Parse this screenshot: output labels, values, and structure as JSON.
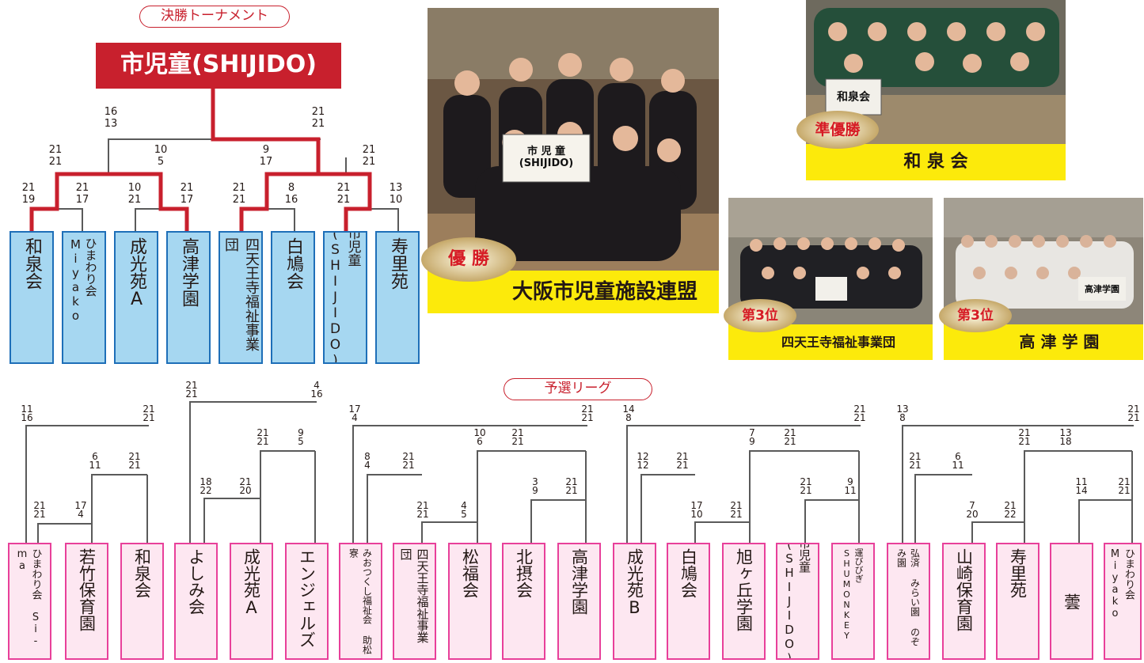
{
  "final": {
    "heading": "決勝トーナメント",
    "champion": "市児童(SHIJIDO)",
    "teams": [
      {
        "name": "和泉会",
        "score": "21\n19"
      },
      {
        "name": "ひまわり会 Miyako",
        "score": "21\n17"
      },
      {
        "name": "成光苑A",
        "score": "10\n21"
      },
      {
        "name": "高津学園",
        "score": "21\n17"
      },
      {
        "name": "四天王寺福祉事業団",
        "score": "21\n21"
      },
      {
        "name": "白鳩会",
        "score": "8\n16"
      },
      {
        "name": "市児童(SHIJIDO)",
        "score": "21\n21"
      },
      {
        "name": "寿里苑",
        "score": "13\n10"
      }
    ],
    "semis": [
      {
        "score": "21\n21"
      },
      {
        "score": "10\n5"
      },
      {
        "score": "9\n17"
      },
      {
        "score": "21\n21"
      }
    ],
    "finals": [
      {
        "score": "16\n13"
      },
      {
        "score": "21\n21"
      }
    ]
  },
  "photos": {
    "winner": {
      "badge": "優 勝",
      "team": "大阪市児童施設連盟",
      "sign": "市 児 童 (SHIJIDO)"
    },
    "runner_up": {
      "badge": "準優勝",
      "team": "和 泉 会",
      "sign": "和泉会"
    },
    "third_a": {
      "badge": "第3位",
      "team": "四天王寺福祉事業団"
    },
    "third_b": {
      "badge": "第3位",
      "team": "高 津 学 園",
      "sign": "高津学園"
    }
  },
  "prelim": {
    "heading": "予選リーグ",
    "teams": [
      "ひまわり会 Si-ma",
      "若竹保育園",
      "和泉会",
      "よしみ会",
      "成光苑A",
      "エンジェルズ",
      "みおつくし福祉会 助松寮",
      "四天王寺福祉事業団",
      "松福会",
      "北摂会",
      "高津学園",
      "成光苑B",
      "白鳩会",
      "旭ヶ丘学園",
      "市児童(SHIJIDO)",
      "運びびぎ SHUMONKEY",
      "弘済 みらい園 のぞみ園",
      "山崎保育園",
      "寿里苑",
      "蕓",
      "ひまわり会 Miyako"
    ],
    "scores": [
      "11\n16",
      "21\n21",
      "6\n11",
      "21\n21",
      "21\n21",
      "17\n4",
      "21\n21",
      "4\n16",
      "21\n21",
      "9\n5",
      "18\n22",
      "21\n20",
      "17\n4",
      "21\n21",
      "10\n6",
      "21\n21",
      "8\n4",
      "21\n21",
      "3\n9",
      "21\n21",
      "21\n21",
      "4\n5",
      "14\n8",
      "21\n21",
      "7\n9",
      "21\n21",
      "12\n12",
      "21\n21",
      "21\n21",
      "9\n11",
      "17\n10",
      "21\n21",
      "13\n8",
      "21\n21",
      "21\n21",
      "13\n18",
      "21\n21",
      "6\n11",
      "11\n14",
      "21\n21",
      "7\n20",
      "21\n22"
    ]
  },
  "colors": {
    "red": "#c8202d",
    "blue_fill": "#a6d7f1",
    "blue_border": "#1e6fb8",
    "pink_fill": "#fde7f1",
    "pink_border": "#e8409a",
    "yellow": "#fcea0b"
  }
}
